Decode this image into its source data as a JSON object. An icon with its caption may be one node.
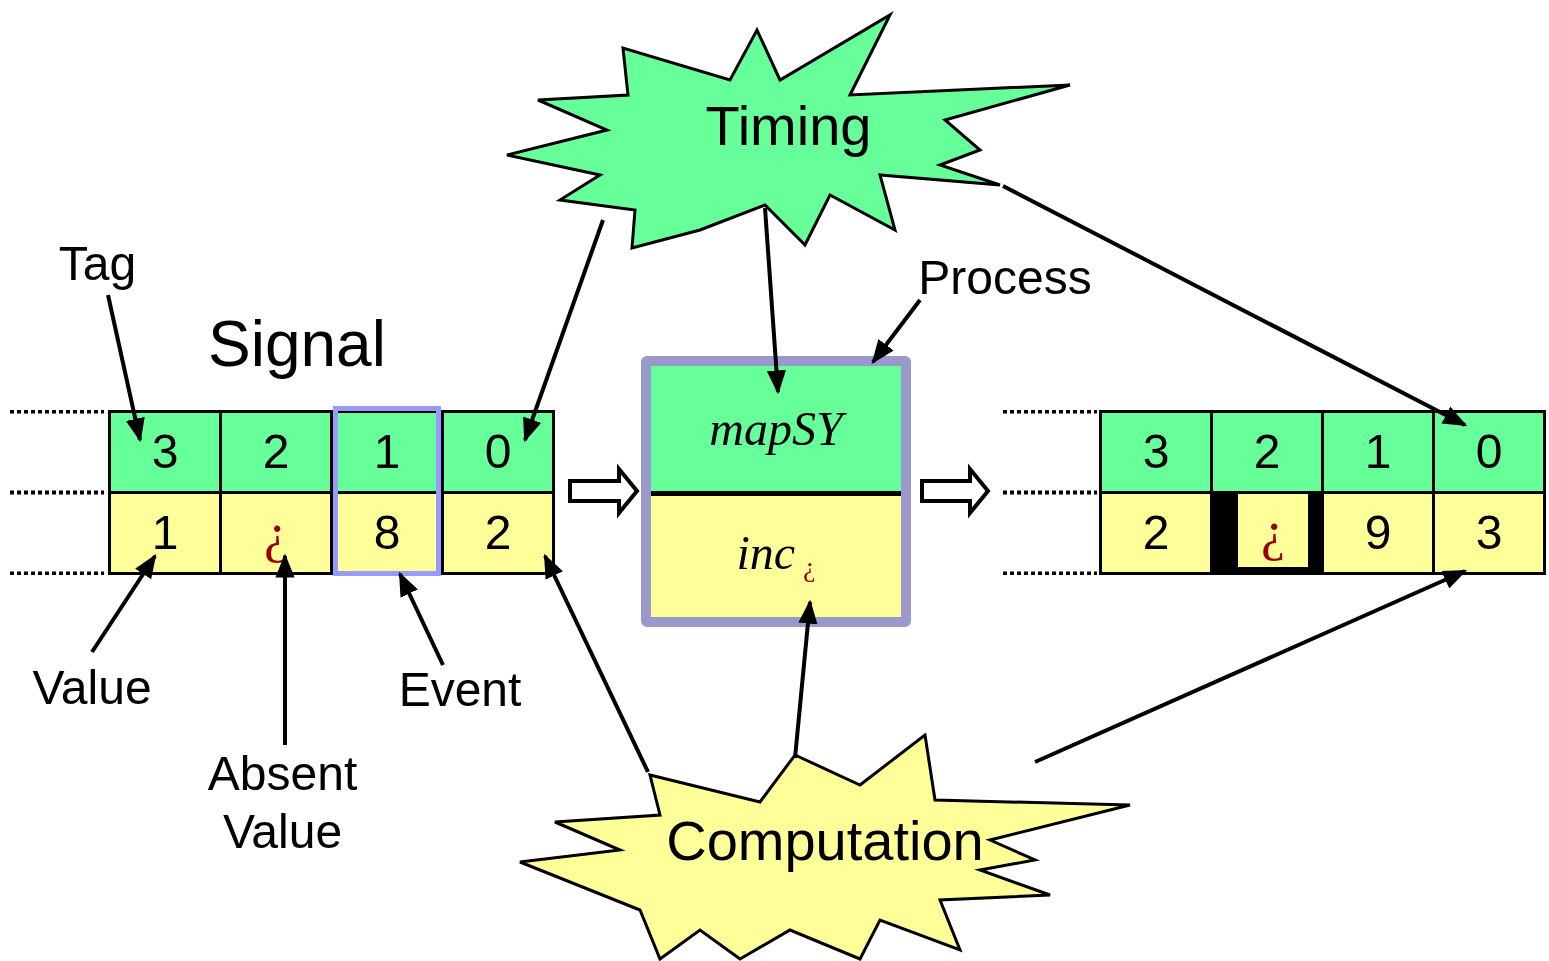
{
  "diagram": {
    "nodes": [
      {
        "text": [
          "Timing"
        ]
      },
      {
        "text": [
          "Tag"
        ]
      },
      {
        "text": [
          "Process"
        ]
      },
      {
        "text": [],
        "shape": "box"
      },
      {
        "text": [],
        "shape": "box",
        "in": 3
      },
      {
        "text": [
          "3"
        ],
        "in": 3
      },
      {
        "text": [
          "2"
        ],
        "in": 3
      },
      {
        "text": [
          "1"
        ],
        "in": 4
      },
      {
        "text": [
          "0"
        ],
        "in": 3
      },
      {
        "text": [
          "1"
        ],
        "in": 3
      },
      {
        "text": [
          "¿"
        ],
        "in": 3
      },
      {
        "text": [
          "8"
        ],
        "in": 4
      },
      {
        "text": [
          "2"
        ],
        "in": 3
      },
      {
        "text": [],
        "shape": "box"
      },
      {
        "text": [
          "mapSY"
        ],
        "in": 13
      },
      {
        "text": [
          "inc$_{¿}$"
        ],
        "in": 13
      },
      {
        "text": [],
        "shape": "box"
      },
      {
        "text": [
          "3"
        ],
        "in": 16
      },
      {
        "text": [
          "2"
        ],
        "in": 16
      },
      {
        "text": [
          "1"
        ],
        "in": 16
      },
      {
        "text": [
          "0"
        ],
        "in": 16
      },
      {
        "text": [
          "2"
        ],
        "in": 16
      },
      {
        "text": [
          "¿"
        ],
        "in": 16
      },
      {
        "text": [
          "9"
        ],
        "in": 16
      },
      {
        "text": [
          "3"
        ],
        "in": 16
      },
      {
        "text": [
          "Value"
        ]
      },
      {
        "text": [
          "Absent Value"
        ]
      },
      {
        "text": [
          "Event"
        ]
      },
      {
        "text": [
          "Computation"
        ]
      }
    ],
    "edges": [
      {
        "from": 1,
        "to": 5,
        "arrow": "to"
      },
      {
        "from": 0,
        "to": 8,
        "arrow": "to"
      },
      {
        "from": 0,
        "to": 14,
        "arrow": "to"
      },
      {
        "from": 0,
        "to": 20,
        "arrow": "to"
      },
      {
        "from": 2,
        "to": 13,
        "arrow": "to"
      },
      {
        "from": 25,
        "to": 9,
        "arrow": "to"
      },
      {
        "from": 26,
        "to": 10,
        "arrow": "to"
      },
      {
        "from": 27,
        "to": 4,
        "arrow": "to"
      },
      {
        "from": 28,
        "to": 12,
        "arrow": "to"
      },
      {
        "from": 28,
        "to": 15,
        "arrow": "to"
      },
      {
        "from": 28,
        "to": 24,
        "arrow": "to"
      },
      {
        "from": 3,
        "to": 13,
        "arrow": "to",
        "style": "thick"
      },
      {
        "from": 13,
        "to": 16,
        "arrow": "to",
        "style": "thick"
      }
    ],
    "labels": [
      "Signal"
    ]
  }
}
